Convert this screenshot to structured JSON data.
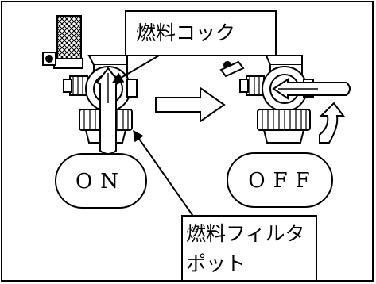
{
  "labels": {
    "fuel_cock": "燃料コック",
    "fuel_filter_line1": "燃料フィルタ",
    "fuel_filter_line2": "ポット",
    "on": "ON",
    "off": "OFF"
  },
  "colors": {
    "line": "#000000",
    "background": "#ffffff"
  },
  "icons": [
    "valve-on-illustration",
    "valve-off-illustration",
    "arrow-right-icon",
    "curved-arrow-icon"
  ]
}
